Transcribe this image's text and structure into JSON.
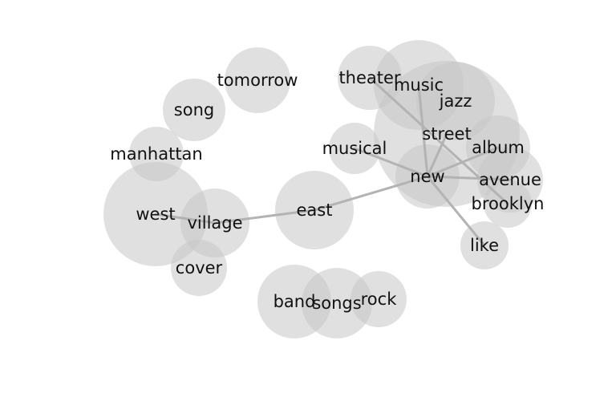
{
  "graph": {
    "nodes": [
      {
        "id": "tomorrow",
        "label": "tomorrow"
      },
      {
        "id": "song",
        "label": "song"
      },
      {
        "id": "manhattan",
        "label": "manhattan"
      },
      {
        "id": "west",
        "label": "west"
      },
      {
        "id": "village",
        "label": "village"
      },
      {
        "id": "cover",
        "label": "cover"
      },
      {
        "id": "east",
        "label": "east"
      },
      {
        "id": "band",
        "label": "band"
      },
      {
        "id": "songs",
        "label": "songs"
      },
      {
        "id": "rock",
        "label": "rock"
      },
      {
        "id": "theater",
        "label": "theater"
      },
      {
        "id": "music",
        "label": "music"
      },
      {
        "id": "jazz",
        "label": "jazz"
      },
      {
        "id": "street",
        "label": "street"
      },
      {
        "id": "album",
        "label": "album"
      },
      {
        "id": "musical",
        "label": "musical"
      },
      {
        "id": "new",
        "label": "new"
      },
      {
        "id": "avenue",
        "label": "avenue"
      },
      {
        "id": "brooklyn",
        "label": "brooklyn"
      },
      {
        "id": "like",
        "label": "like"
      }
    ],
    "edges": [
      {
        "source": "west",
        "target": "village"
      },
      {
        "source": "village",
        "target": "east"
      },
      {
        "source": "east",
        "target": "new"
      },
      {
        "source": "musical",
        "target": "new"
      },
      {
        "source": "music",
        "target": "new"
      },
      {
        "source": "street",
        "target": "new"
      },
      {
        "source": "album",
        "target": "new"
      },
      {
        "source": "avenue",
        "target": "new"
      },
      {
        "source": "like",
        "target": "new"
      },
      {
        "source": "theater",
        "target": "brooklyn"
      }
    ]
  }
}
